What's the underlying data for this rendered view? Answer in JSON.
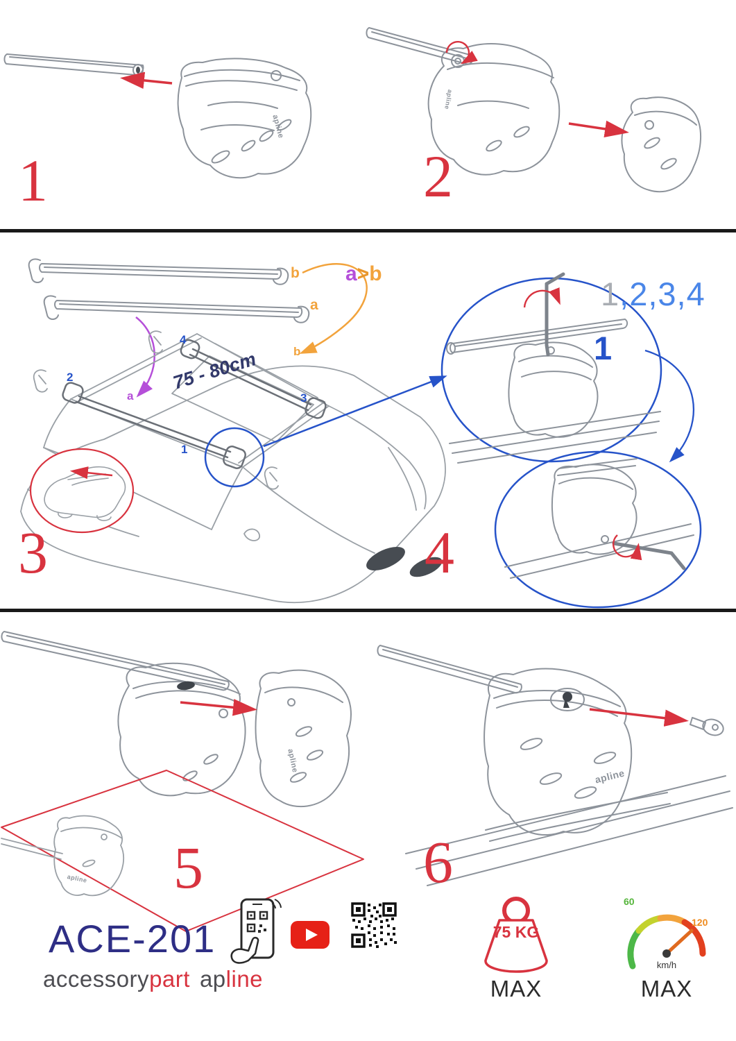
{
  "steps": {
    "s1": "1",
    "s2": "2",
    "s3": "3",
    "s4": "4",
    "s5": "5",
    "s6": "6"
  },
  "mid": {
    "bar_label_b": "b",
    "bar_label_a": "a",
    "order_a": "a",
    "order_gt": ">",
    "order_b": "b",
    "sequence_gray": "1",
    "sequence_blue": ",2,3,4",
    "measurement": "75 - 80cm",
    "pos1": "1",
    "pos2": "2",
    "pos3": "3",
    "pos4": "4",
    "roof_a": "a",
    "roof_b": "b",
    "detail_num": "1"
  },
  "brand": {
    "mark": "apline",
    "model": "ACE-201",
    "word_accessory": "accessory",
    "word_part": "part",
    "word_ap": "ap",
    "word_line": "line"
  },
  "limits": {
    "weight_value": "75 KG",
    "weight_max": "MAX",
    "speed_60": "60",
    "speed_120": "120",
    "speed_unit": "km/h",
    "speed_max": "MAX"
  },
  "colors": {
    "red": "#d8333f",
    "blue": "#2653c9",
    "light_blue": "#4a86e8",
    "gray": "#a9adb3",
    "orange": "#f2a33c",
    "purple": "#b54fd9",
    "navy": "#2e2e85",
    "green": "#56b53c"
  }
}
